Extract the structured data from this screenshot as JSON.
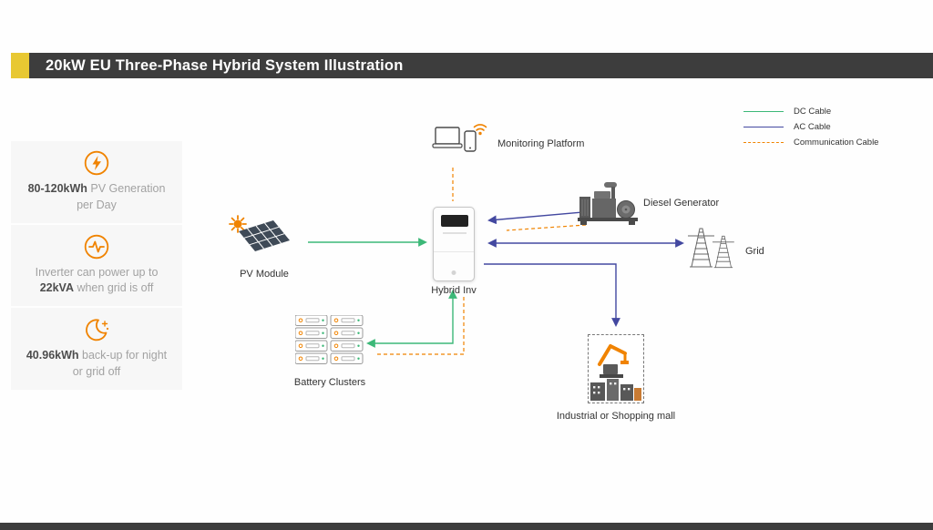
{
  "header": {
    "title": "20kW EU Three-Phase Hybrid System Illustration"
  },
  "cards": [
    {
      "icon": "lightning-bolt-icon",
      "bold1": "80-120kWh",
      "text1": " PV Generation per Day"
    },
    {
      "icon": "power-pulse-icon",
      "text1": "Inverter can power up to ",
      "bold1": "22kVA",
      "text2": " when grid is off"
    },
    {
      "icon": "night-moon-icon",
      "bold1": "40.96kWh",
      "text1": " back-up for night or grid off"
    }
  ],
  "legend": [
    {
      "label": "DC Cable"
    },
    {
      "label": "AC Cable"
    },
    {
      "label": "Communication Cable"
    }
  ],
  "nodes": {
    "pv_module": {
      "label": "PV Module"
    },
    "hybrid_inv": {
      "label": "Hybrid Inv"
    },
    "monitoring": {
      "label": "Monitoring Platform"
    },
    "diesel": {
      "label": "Diesel Generator"
    },
    "grid": {
      "label": "Grid"
    },
    "battery": {
      "label": "Battery Clusters"
    },
    "industrial": {
      "label": "Industrial or Shopping mall"
    }
  },
  "colors": {
    "dc": "#3cb878",
    "ac": "#4348a0",
    "comm": "#f08300",
    "accent": "#e8c832",
    "bar": "#3d3d3d"
  }
}
